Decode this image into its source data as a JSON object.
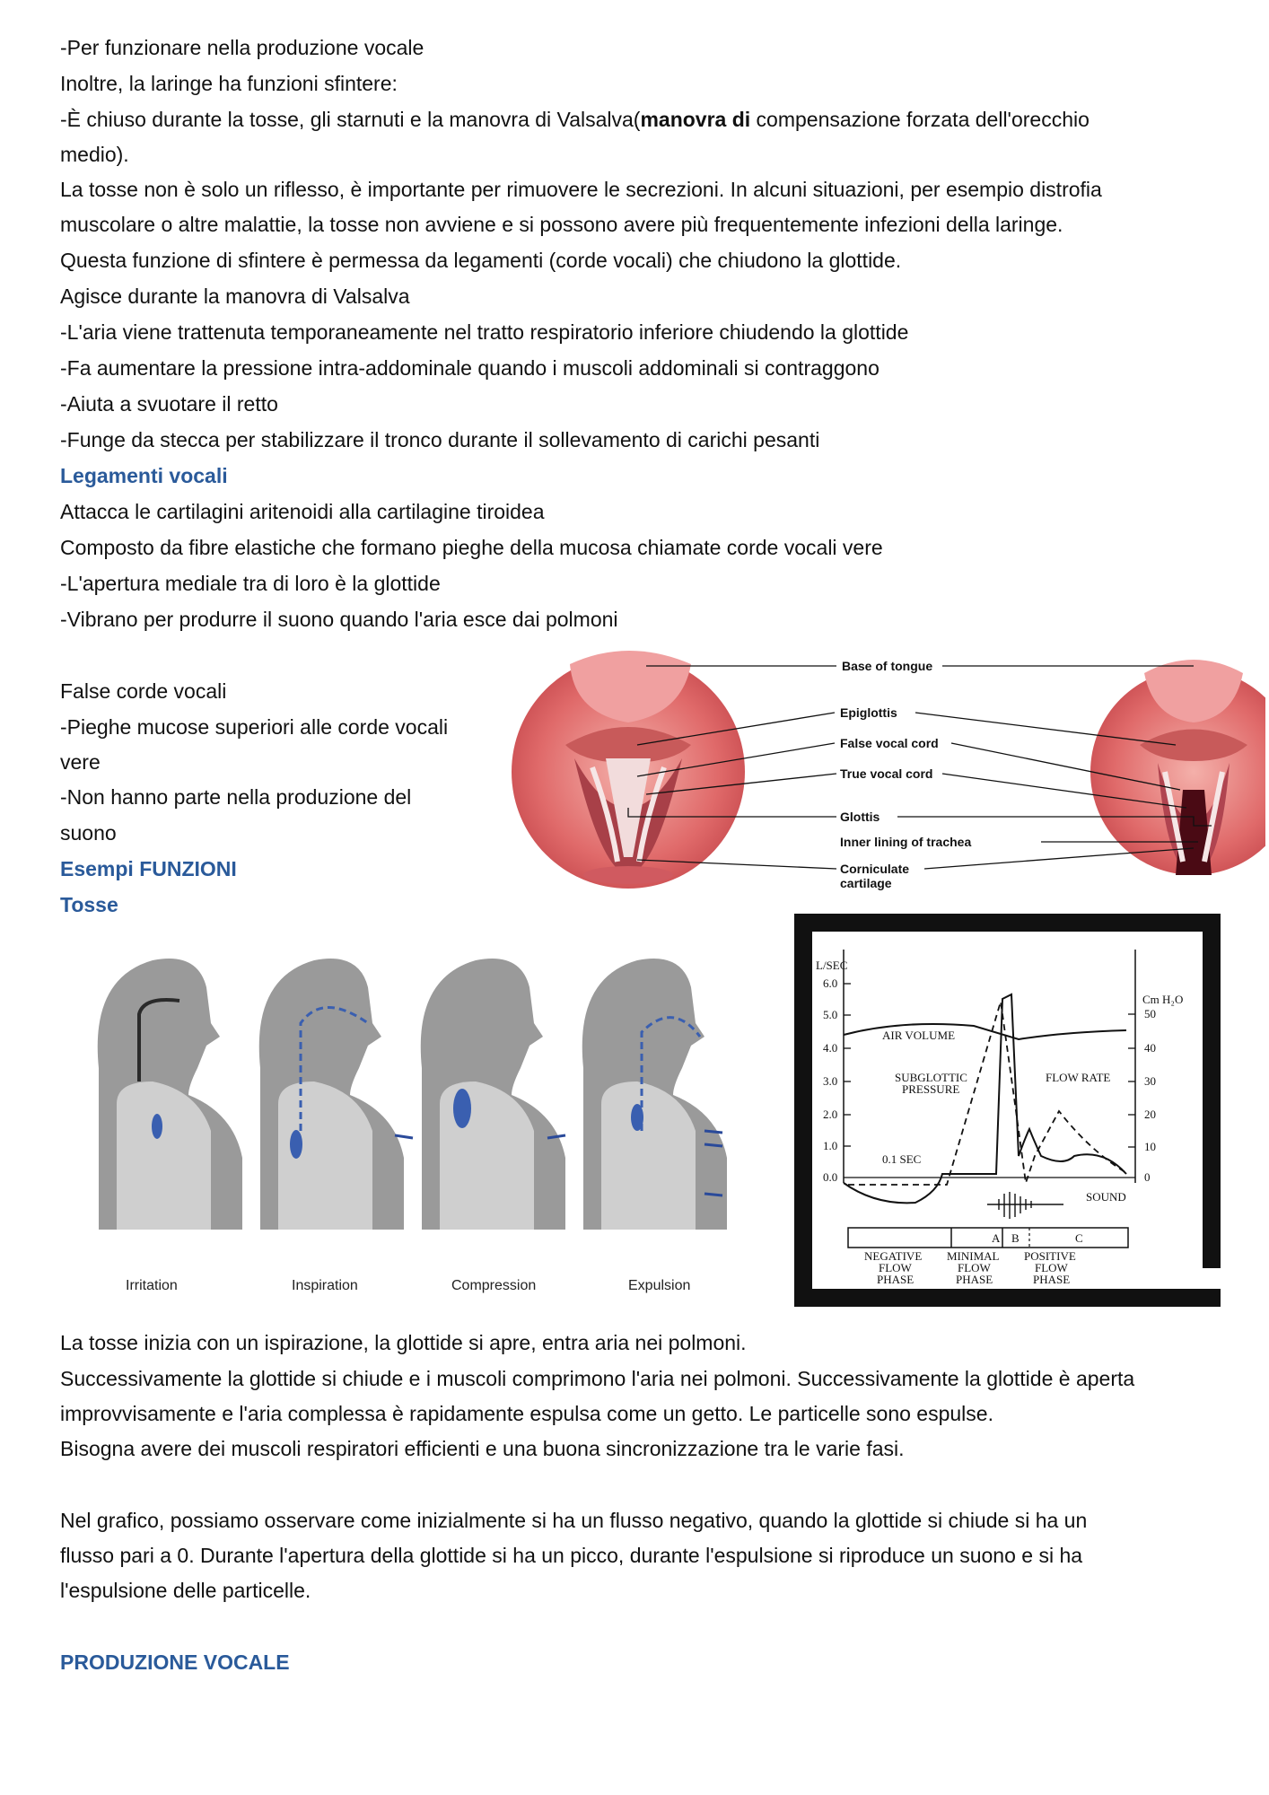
{
  "text": {
    "l1": "-Per funzionare nella produzione vocale",
    "l2": "Inoltre, la laringe ha funzioni sfintere:",
    "l3a": "-È chiuso durante la tosse, gli starnuti e la manovra di Valsalva(",
    "l3b": "manovra di",
    "l3c": " compensazione forzata dell'orecchio",
    "l4": "medio).",
    "l5": "La tosse non è solo un riflesso, è importante per rimuovere le secrezioni. In alcuni situazioni, per esempio distrofia",
    "l6": "muscolare o altre malattie, la tosse non avviene  e si possono avere più frequentemente infezioni della laringe.",
    "l7": "Questa funzione di sfintere è permessa da legamenti (corde vocali) che chiudono la glottide.",
    "l8": "Agisce durante la manovra di Valsalva",
    "l9": "-L'aria viene trattenuta temporaneamente nel tratto respiratorio inferiore chiudendo la glottide",
    "l10": "-Fa aumentare la pressione intra-addominale quando i muscoli addominali si contraggono",
    "l11": "-Aiuta a svuotare il retto",
    "l12": "-Funge da stecca per stabilizzare il tronco durante il sollevamento di carichi pesanti",
    "h1": "Legamenti vocali",
    "l13": "Attacca le cartilagini aritenoidi alla cartilagine tiroidea",
    "l14": "Composto da fibre elastiche che formano pieghe della mucosa chiamate corde vocali vere",
    "l15": "-L'apertura mediale tra di loro è la glottide",
    "l16": "-Vibrano per produrre il suono quando l'aria esce dai polmoni",
    "l17": "False corde vocali",
    "l18": "-Pieghe mucose superiori alle corde vocali",
    "l19": "vere",
    "l20": "-Non hanno parte nella produzione del",
    "l21": "suono",
    "h2": "Esempi FUNZIONI",
    "h3": "Tosse",
    "p1": "La tosse inizia con un ispirazione, la glottide si apre, entra aria nei polmoni.",
    "p2": "Successivamente la glottide si chiude e i muscoli comprimono l'aria nei polmoni. Successivamente la glottide è aperta",
    "p3": "improvvisamente e l'aria complessa è rapidamente espulsa come un getto. Le particelle sono espulse.",
    "p4": "Bisogna avere dei muscoli respiratori efficienti e una buona sincronizzazione tra le varie fasi.",
    "p5": "Nel grafico, possiamo osservare come inizialmente si ha un flusso negativo, quando la glottide si chiude si ha un",
    "p6": "flusso pari a 0. Durante l'apertura della glottide si ha un picco, durante l'espulsione si riproduce un suono e si ha",
    "p7": "l'espulsione delle particelle.",
    "h4": "PRODUZIONE VOCALE"
  },
  "larynx_labels": {
    "base": "Base of tongue",
    "epiglottis": "Epiglottis",
    "false_cord": "False vocal cord",
    "true_cord": "True vocal cord",
    "glottis": "Glottis",
    "lining": "Inner lining of trachea",
    "cornic1": "Corniculate",
    "cornic2": "cartilage"
  },
  "cough_stages": {
    "s1": "Irritation",
    "s2": "Inspiration",
    "s3": "Compression",
    "s4": "Expulsion"
  },
  "cough_graph": {
    "left_unit": "L/SEC",
    "right_unit": "Cm H₂O",
    "left_ticks": [
      "6.0",
      "5.0",
      "4.0",
      "3.0",
      "2.0",
      "1.0",
      "0.0"
    ],
    "right_ticks": [
      "50",
      "40",
      "30",
      "20",
      "10",
      "0"
    ],
    "air_volume": "AIR VOLUME",
    "subglottic1": "SUBGLOTTIC",
    "subglottic2": "PRESSURE",
    "flow_rate": "FLOW RATE",
    "time_scale": "0.1 SEC",
    "sound": "SOUND",
    "phase_a": "A",
    "phase_b": "B",
    "phase_c": "C",
    "neg1": "NEGATIVE",
    "neg2": "FLOW",
    "neg3": "PHASE",
    "min1": "MINIMAL",
    "min2": "FLOW",
    "min3": "PHASE",
    "pos1": "POSITIVE",
    "pos2": "FLOW",
    "pos3": "PHASE"
  },
  "colors": {
    "accent": "#2a5a9a",
    "tissue": "#e06a6a",
    "mucus": "#3a5fb0"
  }
}
